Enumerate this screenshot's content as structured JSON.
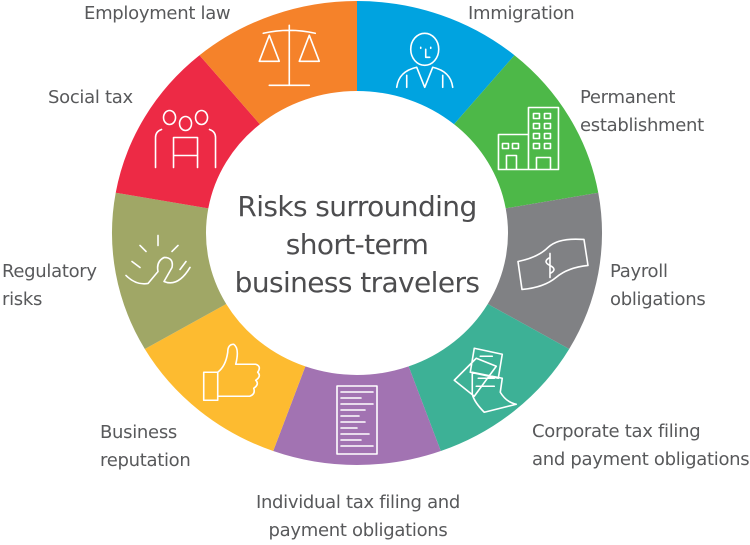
{
  "title_lines": [
    "Risks surrounding",
    "short-term",
    "business travelers"
  ],
  "segments": [
    {
      "id": "immigration",
      "lines": [
        "Immigration"
      ],
      "color": "#00a3e0",
      "icon": "person-icon"
    },
    {
      "id": "permanent-establishment",
      "lines": [
        "Permanent",
        "establishment"
      ],
      "color": "#4db848",
      "icon": "building-icon"
    },
    {
      "id": "payroll",
      "lines": [
        "Payroll",
        "obligations"
      ],
      "color": "#808184",
      "icon": "banknote-icon"
    },
    {
      "id": "corporate-tax",
      "lines": [
        "Corporate tax filing",
        "and payment obligations"
      ],
      "color": "#3db196",
      "icon": "documents-icon"
    },
    {
      "id": "individual-tax",
      "lines": [
        "Individual tax filing and",
        "payment obligations"
      ],
      "color": "#a273b2",
      "icon": "tax-form-icon"
    },
    {
      "id": "business-reputation",
      "lines": [
        "Business",
        "reputation"
      ],
      "color": "#fdbb30",
      "icon": "thumbs-up-icon"
    },
    {
      "id": "regulatory",
      "lines": [
        "Regulatory",
        "risks"
      ],
      "color": "#a0a766",
      "icon": "arm-wrestling-icon"
    },
    {
      "id": "social-tax",
      "lines": [
        "Social tax"
      ],
      "color": "#ed2a45",
      "icon": "people-icon"
    },
    {
      "id": "employment-law",
      "lines": [
        "Employment law"
      ],
      "color": "#f5822a",
      "icon": "scales-icon"
    }
  ]
}
